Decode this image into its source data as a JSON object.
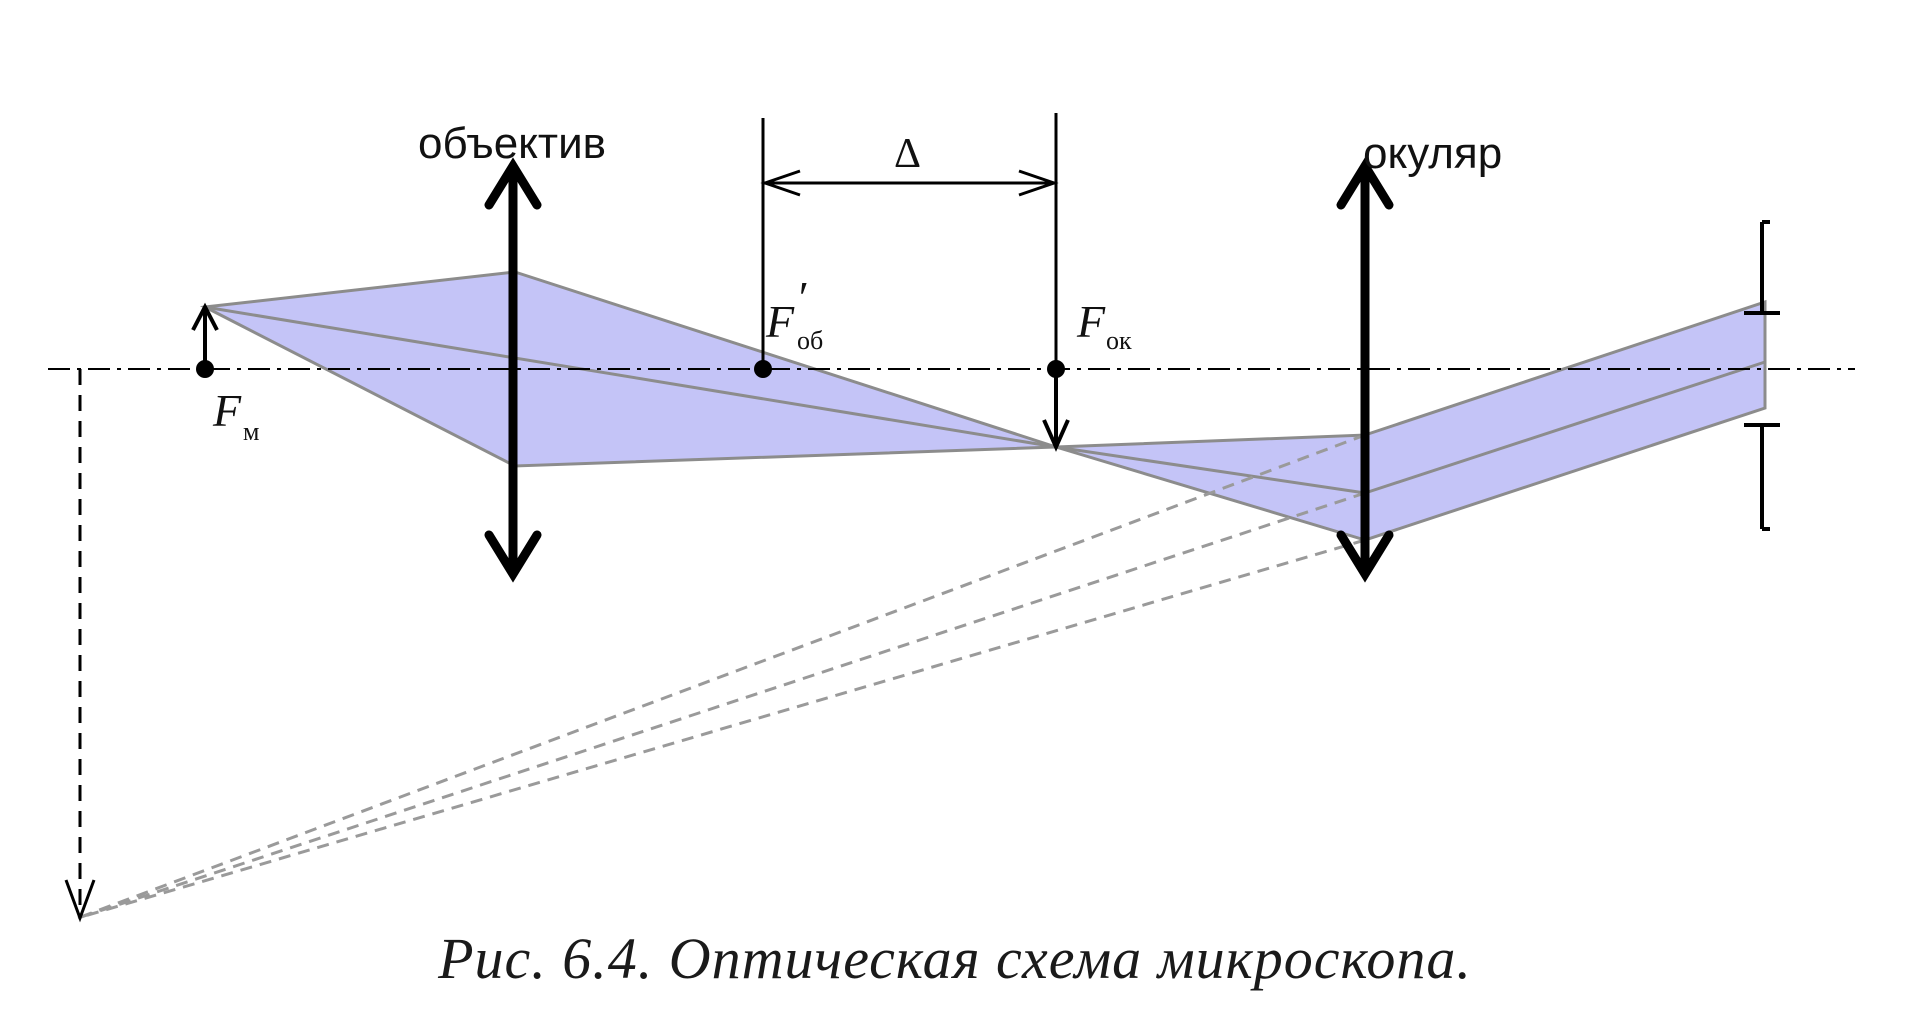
{
  "labels": {
    "objective": "объектив",
    "eyepiece": "окуляр",
    "delta": "Δ",
    "f_obj": "F",
    "f_obj_prime": "′",
    "f_obj_sub": "об",
    "f_ok": "F",
    "f_ok_sub": "ок",
    "f_m": "F",
    "f_m_sub": "м"
  },
  "caption": "Рис. 6.4. Оптическая схема микроскопа.",
  "colors": {
    "beam_fill": "#c4c4f7",
    "beam_stroke": "#8c8c8c",
    "lines": "#000000",
    "dashed": "#9a9a9a"
  }
}
